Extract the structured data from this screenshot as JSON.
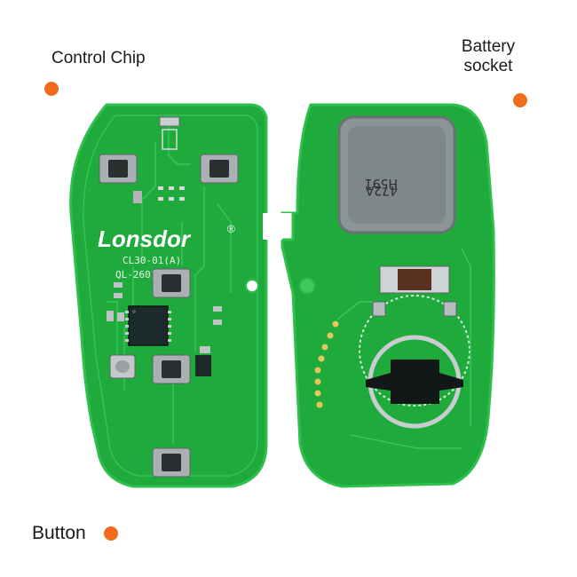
{
  "callouts": {
    "control_chip": "Control Chip",
    "battery_socket_line1": "Battery",
    "battery_socket_line2": "socket",
    "button": "Button"
  },
  "board_left": {
    "brand": "Lonsdor",
    "registered": "®",
    "model_line1": "CL30-01(A)",
    "model_line2": "QL-2601A20"
  },
  "board_right": {
    "chip_marking_line1": "H591",
    "chip_marking_line2": "472A"
  },
  "colors": {
    "pcb_green": "#1faa3c",
    "pcb_edge": "#34c150",
    "trace": "#4ad46a",
    "callout_dot": "#f26b1d",
    "silver": "#9aa1a3",
    "chip": "#1d2a2a"
  }
}
